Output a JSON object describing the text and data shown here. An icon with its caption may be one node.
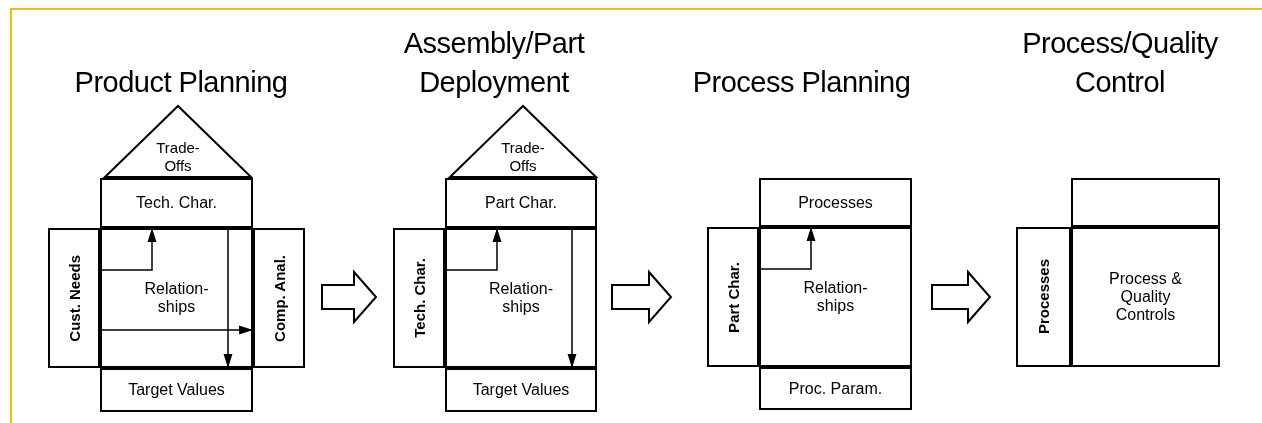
{
  "diagram": {
    "nodes": [
      {
        "text": [
          "Product Planning"
        ]
      },
      {
        "text": [
          "Trade-Offs"
        ],
        "in": 0
      },
      {
        "text": [
          "Tech. Char."
        ],
        "in": 0
      },
      {
        "text": [
          "Cust. Needs"
        ],
        "in": 0
      },
      {
        "text": [
          "Relation-ships"
        ],
        "in": 0
      },
      {
        "text": [
          "Comp. Anal."
        ],
        "in": 0
      },
      {
        "text": [
          "Target Values"
        ],
        "in": 0
      },
      {
        "text": [
          "Assembly/Part Deployment"
        ]
      },
      {
        "text": [
          "Trade-Offs"
        ],
        "in": 7
      },
      {
        "text": [
          "Part Char."
        ],
        "in": 7
      },
      {
        "text": [
          "Tech. Char."
        ],
        "in": 7
      },
      {
        "text": [
          "Relation-ships"
        ],
        "in": 7
      },
      {
        "text": [
          "Target Values"
        ],
        "in": 7
      },
      {
        "text": [
          "Process Planning"
        ]
      },
      {
        "text": [
          "Processes"
        ],
        "in": 13
      },
      {
        "text": [
          "Part Char."
        ],
        "in": 13
      },
      {
        "text": [
          "Relation-ships"
        ],
        "in": 13
      },
      {
        "text": [
          "Proc. Param."
        ],
        "in": 13
      },
      {
        "text": [
          "Process/Quality Control"
        ]
      },
      {
        "text": [],
        "shape": "box",
        "in": 18
      },
      {
        "text": [
          "Processes"
        ],
        "in": 18
      },
      {
        "text": [
          "Process & Quality Controls"
        ],
        "in": 18
      }
    ],
    "edges": [
      {
        "from": 0,
        "to": 7,
        "arrow": "to"
      },
      {
        "from": 7,
        "to": 13,
        "arrow": "to"
      },
      {
        "from": 13,
        "to": 18,
        "arrow": "to"
      },
      {
        "from": 4,
        "to": 2,
        "arrow": "to"
      },
      {
        "from": 4,
        "to": 5,
        "arrow": "to"
      },
      {
        "from": 4,
        "to": 6,
        "arrow": "to"
      },
      {
        "from": 11,
        "to": 9,
        "arrow": "to"
      },
      {
        "from": 11,
        "to": 12,
        "arrow": "to"
      },
      {
        "from": 16,
        "to": 14,
        "arrow": "to"
      }
    ]
  }
}
